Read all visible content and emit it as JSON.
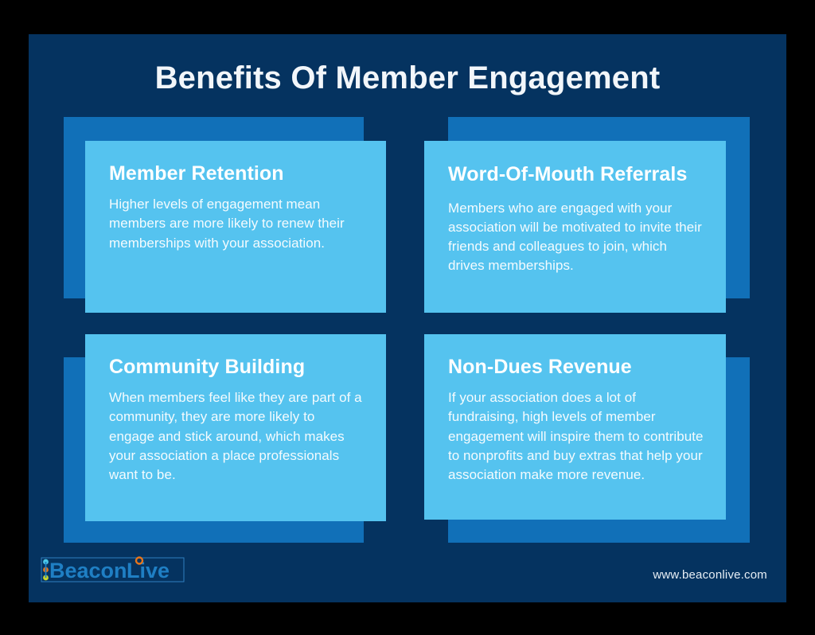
{
  "page": {
    "title": "Benefits Of Member Engagement",
    "background_color": "#053360",
    "frame_color": "#000000",
    "card_color": "#55c3ef",
    "card_shadow_color": "#1170b8",
    "title_color": "#f2f6fa"
  },
  "cards": [
    {
      "id": "member-retention",
      "title": "Member Retention",
      "text": "Higher levels of engagement mean members are more likely to renew their memberships with your association."
    },
    {
      "id": "word-of-mouth-referrals",
      "title": "Word-Of-Mouth Referrals",
      "text": "Members who are engaged with your association will be motivated to invite their friends and colleagues to join, which drives memberships."
    },
    {
      "id": "community-building",
      "title": "Community Building",
      "text": "When members feel like they are part of a community, they are more likely to engage and stick around, which makes your association a place professionals want to be."
    },
    {
      "id": "non-dues-revenue",
      "title": "Non-Dues Revenue",
      "text": "If your association does a lot of fundraising, high levels of member engagement will inspire them to contribute to nonprofits and buy extras that help your association make more revenue."
    }
  ],
  "footer": {
    "url": "www.beaconlive.com",
    "logo_text_beacon": "Beacon",
    "logo_text_live": "Live",
    "logo_colors": {
      "wordmark": "#1f7fc4",
      "dot_top": "#4cc8e8",
      "dot_middle": "#e8751a",
      "dot_bottom": "#c7d42c",
      "beacon_ring": "#e8751a",
      "selection_box": "#2f7fbf"
    }
  }
}
